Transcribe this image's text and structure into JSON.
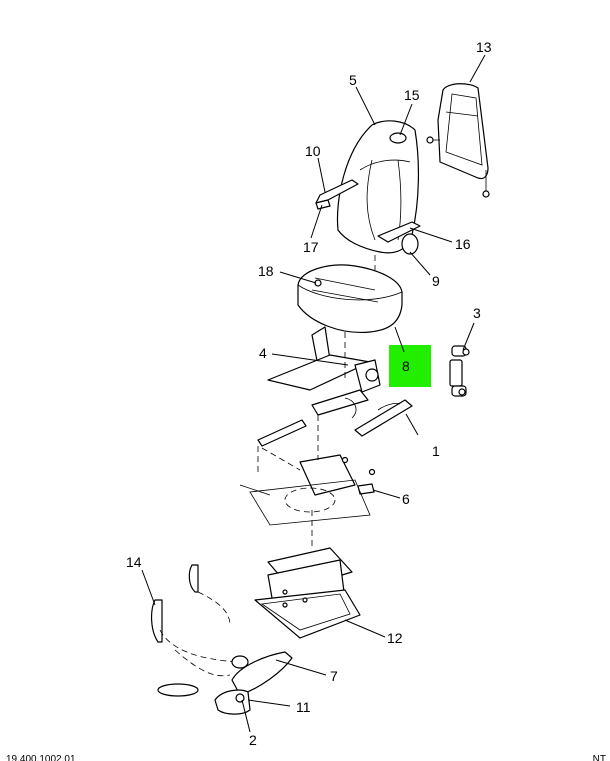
{
  "callouts": {
    "c1": "1",
    "c2": "2",
    "c3": "3",
    "c4": "4",
    "c5": "5",
    "c6": "6",
    "c7": "7",
    "c8": "8",
    "c9": "9",
    "c10": "10",
    "c11": "11",
    "c12": "12",
    "c13": "13",
    "c14": "14",
    "c15": "15",
    "c16": "16",
    "c17": "17",
    "c18": "18"
  },
  "highlight": {
    "part": "8",
    "color": "#22ee00"
  },
  "footer": {
    "left": "19.400.1002.01",
    "right": "NT"
  }
}
